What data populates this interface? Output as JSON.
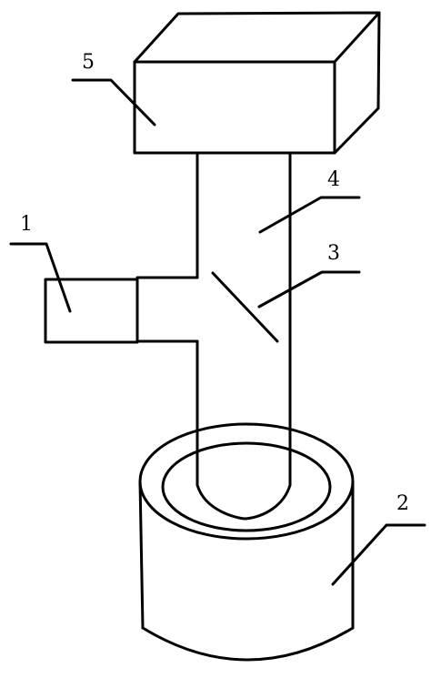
{
  "diagram": {
    "labels": {
      "part_1": "1",
      "part_2": "2",
      "part_3": "3",
      "part_4": "4",
      "part_5": "5"
    },
    "colors": {
      "stroke": "#000000",
      "background": "#ffffff"
    }
  }
}
